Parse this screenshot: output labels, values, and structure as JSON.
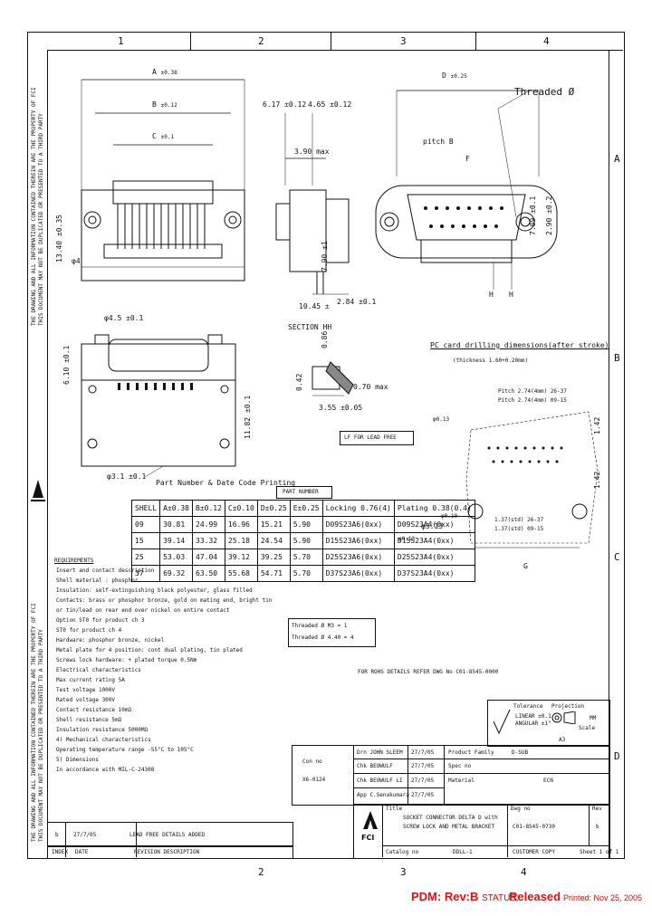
{
  "grid": {
    "columns_top": [
      "1",
      "2",
      "3",
      "4"
    ],
    "columns_bottom": [
      "2",
      "3",
      "4"
    ],
    "rows": [
      "A",
      "B",
      "C",
      "D"
    ]
  },
  "front_view": {
    "dim_a": "A",
    "dim_a_tol": "±0.38",
    "dim_b": "B",
    "dim_b_tol": "±0.12",
    "dim_c": "C",
    "dim_c_tol": "±0.1",
    "dim_vertical": "13.40 ±0.35",
    "dim_phi4": "φ4"
  },
  "side_view": {
    "dim_left": "6.17 ±0.12",
    "dim_right": "4.65 ±0.12",
    "dim_max": "3.90 max",
    "dim_vertical": "7.90 ±1",
    "dim_10": "10.45 ±",
    "dim_284": "2.84 ±0.1",
    "section_label": "SECTION HH"
  },
  "right_view": {
    "dim_d": "D",
    "dim_d_tol": "±0.25",
    "threaded_label": "Threaded Ø",
    "pitch_b": "pitch B",
    "f_label": "F",
    "dim_789": "7.89 ±0.1",
    "dim_290": "2.90 ±0.2",
    "h_labels": [
      "H",
      "H"
    ]
  },
  "bottom_left_view": {
    "dim_phi45": "φ4.5 ±0.1",
    "dim_610": "6.10 ±0.1",
    "dim_1182": "11.82 ±0.1",
    "dim_phi31": "φ3.1 ±0.1",
    "print_label": "Part Number & Date Code Printing"
  },
  "detail": {
    "dim_042": "0.42",
    "dim_070": "0.70 max",
    "dim_355": "3.55 ±0.05",
    "dim_086": "0.86"
  },
  "pcb": {
    "title": "PC card drilling dimensions(after stroke)",
    "thickness": "(thickness 1.60+0.20mm)",
    "pitch1": "Pitch 2.74(4mm) 26-37",
    "pitch2": "Pitch 2.74(4mm) 09-15",
    "dim_142a": "1.42",
    "dim_142b": "1.42",
    "dim_phi010": "φ0.10",
    "dim_phi313": "φ3.13",
    "dim_013a": "φ0.13",
    "dim_013b": "φ0.13",
    "dim_g": "G",
    "tol1": "1.37(std) 26-37",
    "tol2": "1.37(std) 09-15"
  },
  "lead_free": "LF FOR LEAD FREE",
  "part_number_header": "PART NUMBER",
  "shell_table": {
    "headers": [
      "SHELL",
      "A±0.38",
      "B±0.12",
      "C±0.10",
      "D±0.25",
      "E±0.25",
      "Locking 0.76(4)",
      "Plating 0.38(0.4)"
    ],
    "rows": [
      [
        "09",
        "30.81",
        "24.99",
        "16.96",
        "15.21",
        "5.90",
        "D09S23A6(0xx)",
        "D09S23A4(0xx)"
      ],
      [
        "15",
        "39.14",
        "33.32",
        "25.18",
        "24.54",
        "5.90",
        "D15S23A6(0xx)",
        "D15S23A4(0xx)"
      ],
      [
        "25",
        "53.03",
        "47.04",
        "39.12",
        "39.25",
        "5.70",
        "D25S23A6(0xx)",
        "D25S23A4(0xx)"
      ],
      [
        "37",
        "69.32",
        "63.50",
        "55.68",
        "54.71",
        "5.70",
        "D37S23A6(0xx)",
        "D37S23A4(0xx)"
      ]
    ]
  },
  "threaded_notes": [
    "Threaded Ø  M3 = 1",
    "Threaded Ø  4.40 = 4"
  ],
  "rohs_note": "FOR ROHS DETAILS REFER DWG No C01-8545-0000",
  "requirements": {
    "title": "REQUIREMENTS",
    "lines": [
      "Insert and contact description",
      "Shell material : phosphor",
      "Insulation: self-extinguishing black polyester, glass filled",
      "Contacts: brass or phosphor bronze, gold on mating end, bright tin",
      "or tin/lead on rear end over nickel on entire contact",
      "Option   ST0 for product ch 3",
      "         ST0 for product ch 4",
      "Hardware: phosphor bronze, nickel",
      "Metal plate for 4 position: cont dual plating, tin plated",
      "Screws lock hardware: + plated torque 0.5Nm",
      "Electrical characteristics",
      "   Max current rating 5A",
      "   Test voltage 1000V",
      "   Rated voltage 300V",
      "   Contact resistance 10mΩ",
      "   Shell resistance 5mΩ",
      "   Insulation resistance 5000MΩ",
      "4) Mechanical characteristics",
      "   Operating temperature range -55°C to 105°C",
      "5) Dimensions",
      "   In accordance with MIL-C-24308"
    ]
  },
  "revision": {
    "letter": "b",
    "date": "27/7/05",
    "description": "LEAD FREE DETAILS ADDED",
    "col_index": "INDEX",
    "col_date": "DATE",
    "col_desc": "REVISION DESCRIPTION"
  },
  "title_block": {
    "tolerance_label": "Tolerance",
    "tolerance_lines": [
      "LINEAR ±0.1",
      "ANGULAR ±1°"
    ],
    "projection_label": "Projection",
    "mm_label": "MM",
    "size": "A3",
    "scale_label": "Scale",
    "name_rows": [
      {
        "role": "Drn",
        "name": "JOHN SLEEM",
        "date": "27/7/05"
      },
      {
        "role": "Chk",
        "name": "BEOWULF",
        "date": "27/7/05"
      },
      {
        "role": "Chk",
        "name": "BEOWULF LI",
        "date": "27/7/05"
      },
      {
        "role": "App",
        "name": "C.Senakumara",
        "date": "27/7/05"
      }
    ],
    "con_no_label": "Con no",
    "con_no": "X6-0124",
    "product_family_label": "Product Family",
    "product_family": "D-SUB",
    "spec_label": "Spec no",
    "material_label": "Material",
    "ecn_label": "ECN",
    "title_label": "Title",
    "title_lines": [
      "SOCKET CONNECTOR DELTA D with",
      "SCREW LOCK AND METAL BRACKET"
    ],
    "dwg_label": "Dwg no",
    "dwg_no": "C01-8545-0730",
    "rev_label": "Rev",
    "rev": "b",
    "catalog_label": "Catalog no",
    "catalog_no": "DDLL-1",
    "customer_copy": "CUSTOMER COPY",
    "sheet": "Sheet 1 of 1"
  },
  "fci_logo": "FCI",
  "side_notes": [
    "THE DRAWING AND ALL INFORMATION CONTAINED THEREIN ARE THE PROPERTY OF FCI",
    "THIS DOCUMENT MAY NOT BE DUPLICATED OR PRESENTED TO A THIRD PARTY"
  ],
  "footer": {
    "pdm": "PDM: Rev:B",
    "status_label": "STATUS:",
    "status": "Released",
    "printed": "Printed: Nov 25, 2005"
  }
}
